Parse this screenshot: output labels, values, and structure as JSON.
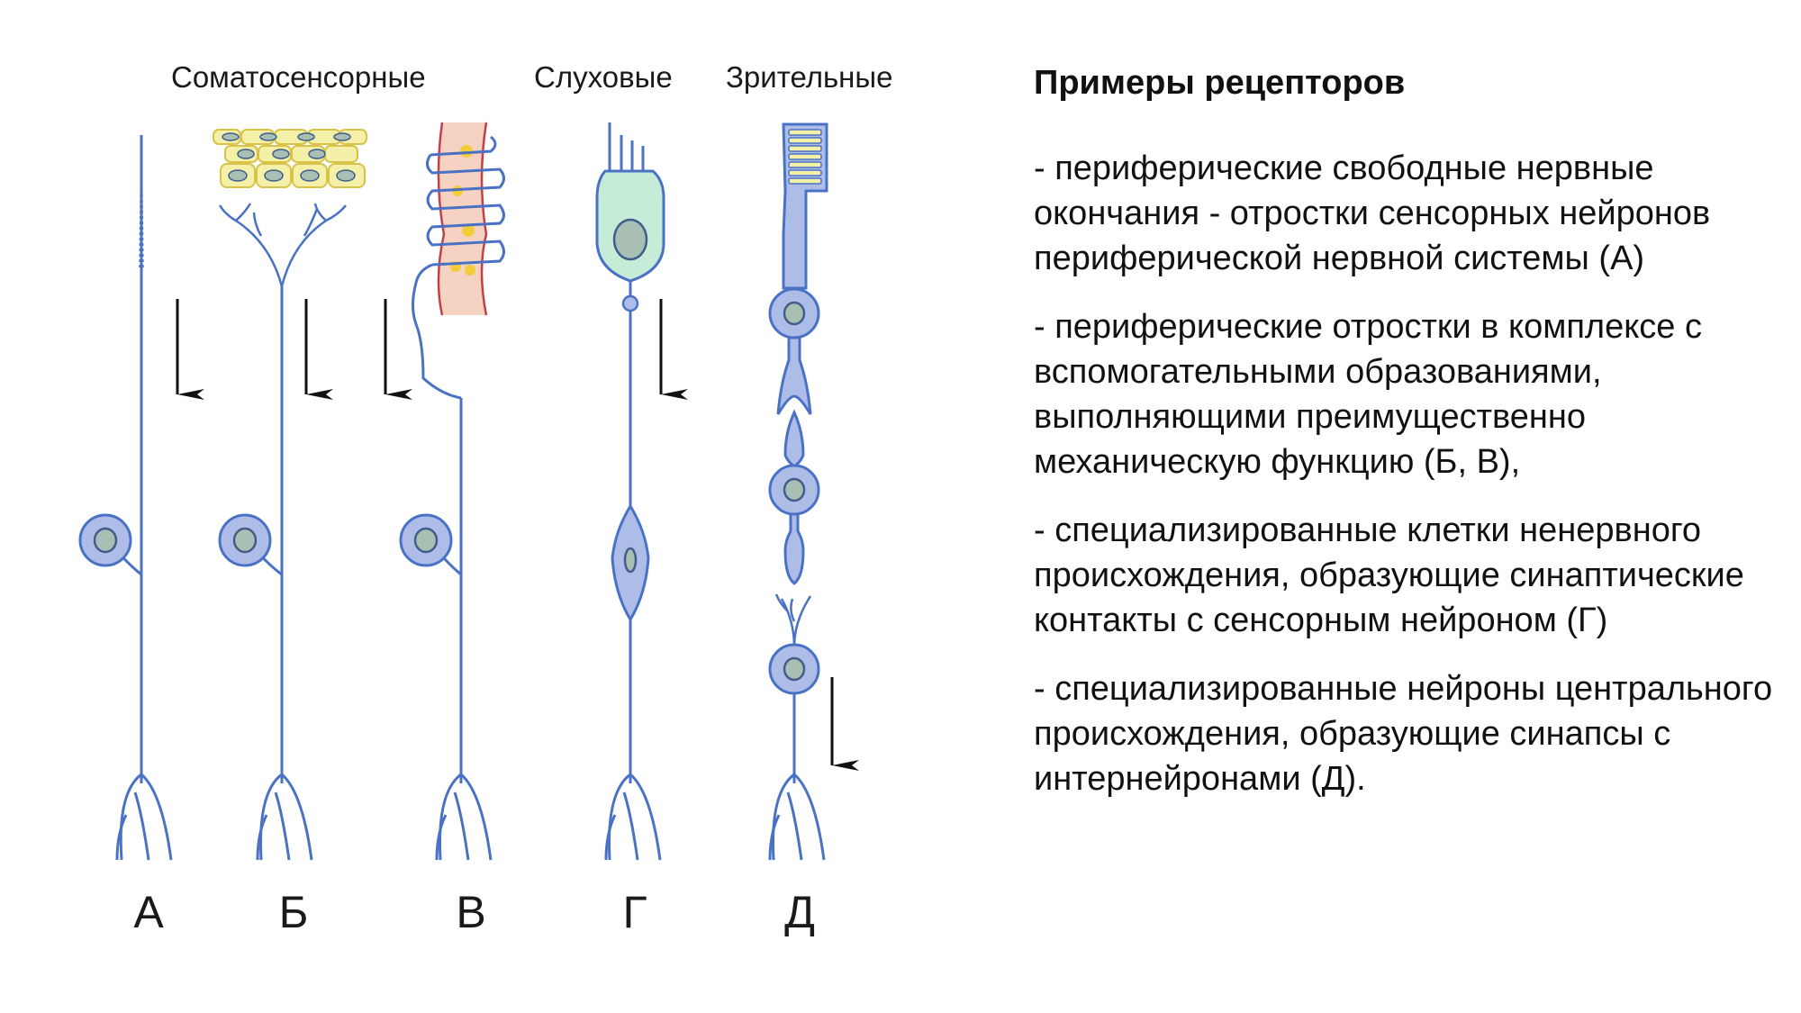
{
  "categories": {
    "somatosensory": "Соматосенсорные",
    "auditory": "Слуховые",
    "visual": "Зрительные"
  },
  "letters": [
    "А",
    "Б",
    "В",
    "Г",
    "Д"
  ],
  "panel": {
    "title": "Примеры рецепторов",
    "items": [
      "- периферические свободные нервные окончания - отростки сенсорных нейронов периферической нервной системы (А)",
      "- периферические отростки в комплексе с вспомогательными образованиями, выполняющими преимущественно механическую функцию (Б, В),",
      "- специализированные клетки ненервного происхождения, образующие синаптические контакты с сенсорным нейроном (Г)",
      "- специализированные нейроны центрального происхождения, образующие синапсы с интернейронами (Д)."
    ]
  },
  "colors": {
    "nerve": "#4a72c4",
    "soma_fill": "#aebde8",
    "nucleus_fill": "#a9bfb3",
    "skin_fill": "#f5f0a8",
    "skin_stroke": "#d8c24a",
    "muscle_fill": "#f5d2c2",
    "muscle_stroke": "#c2404a",
    "yellow_dot": "#f4cc3a",
    "hair_cell_fill": "#c6ecd8",
    "arrow": "#111111"
  }
}
